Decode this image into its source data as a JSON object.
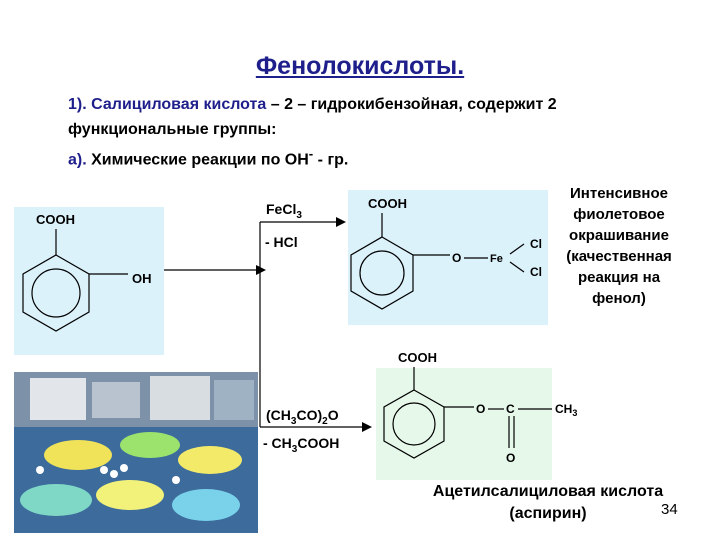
{
  "title": "Фенолокислоты.",
  "line1": {
    "num": "1). ",
    "name": "Салициловая кислота",
    "rest": " – 2 – гидрокибензойная, содержит 2"
  },
  "line2": "функциональные группы:",
  "line3": {
    "num": "а). ",
    "text": "Химические реакции по ОН",
    "sup": "-",
    "end": " - гр."
  },
  "note": [
    "Интенсивное",
    "фиолетовое",
    "окрашивание",
    "(качественная",
    "реакция на",
    "фенол)"
  ],
  "salicylic": {
    "cooh": "COOH",
    "oh": "OH"
  },
  "reagent1": {
    "above_main": "FeCl",
    "above_sub": "3",
    "below": "- HCl"
  },
  "complex": {
    "cooh": "COOH",
    "o": "O",
    "fe": "Fe",
    "cl1": "Cl",
    "cl2": "Cl"
  },
  "reagent2": {
    "p1": "(CH",
    "s1": "3",
    "p2": "CO)",
    "s2": "2",
    "p3": "O",
    "below_main": "- CH",
    "below_sub": "3",
    "below_end": "COOH"
  },
  "aspirin_struct": {
    "cooh": "COOH",
    "o": "O",
    "c": "C",
    "ch": "CH",
    "ch_sub": "3",
    "o2": "O"
  },
  "aspirin_caption": [
    "Ацетилсалициловая кислота",
    "(аспирин)"
  ],
  "slide_number": "34",
  "colors": {
    "title": "#1f1f8c",
    "panel": "#dcf2fb",
    "panel_green": "#e6f8ea"
  }
}
